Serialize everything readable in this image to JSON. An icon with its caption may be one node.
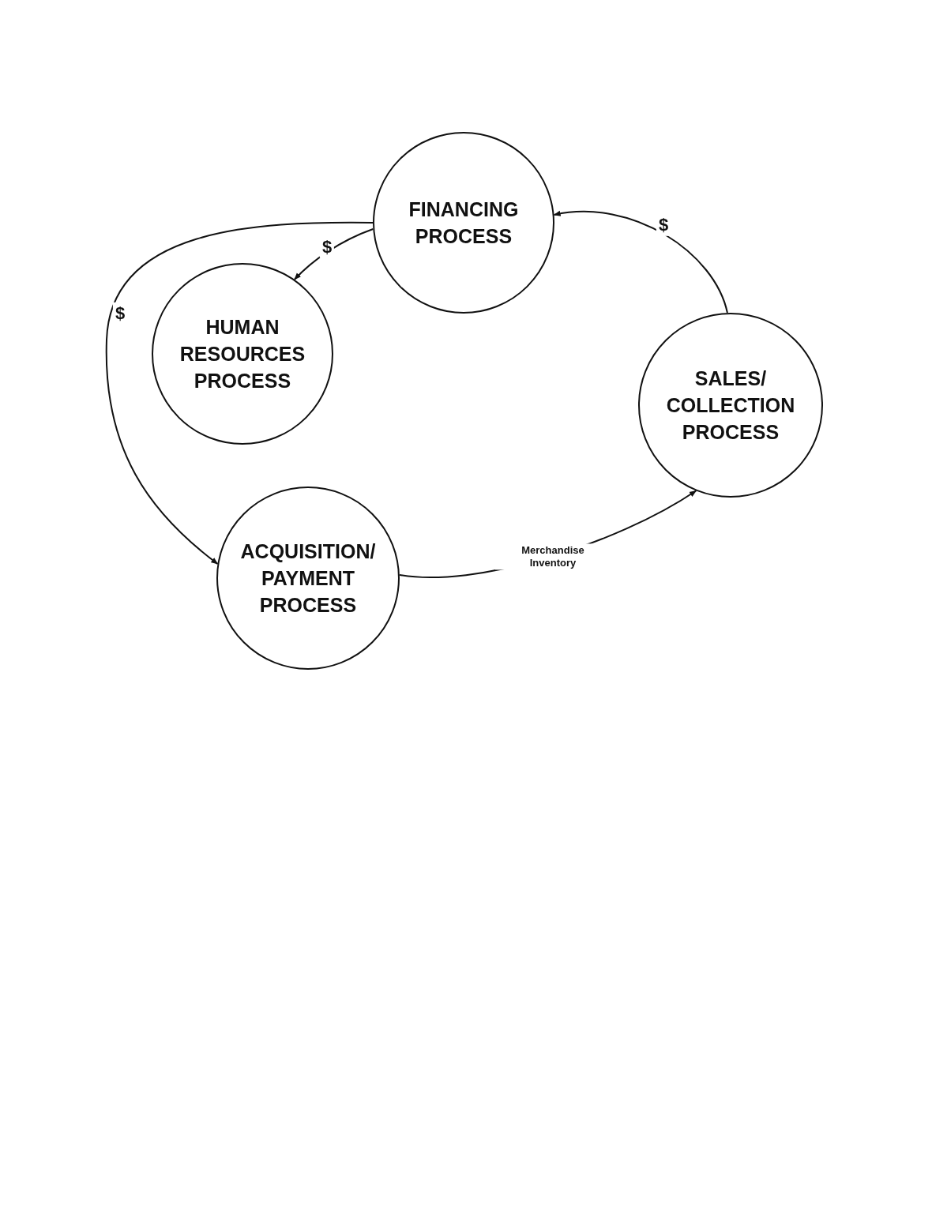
{
  "diagram": {
    "nodes": [
      {
        "text": [
          "FINANCING PROCESS"
        ]
      },
      {
        "text": [
          "HUMAN RESOURCES PROCESS"
        ]
      },
      {
        "text": [
          "SALES/ COLLECTION PROCESS"
        ]
      },
      {
        "text": [
          "ACQUISITION/ PAYMENT PROCESS"
        ]
      }
    ],
    "edges": [
      {
        "from": 0,
        "to": 3,
        "arrow": "to",
        "label": "$"
      },
      {
        "from": 0,
        "to": 1,
        "arrow": "to",
        "label": "$"
      },
      {
        "from": 2,
        "to": 0,
        "arrow": "to",
        "label": "$"
      },
      {
        "from": 3,
        "to": 2,
        "arrow": "to",
        "label": "Merchandise Inventory"
      }
    ]
  }
}
